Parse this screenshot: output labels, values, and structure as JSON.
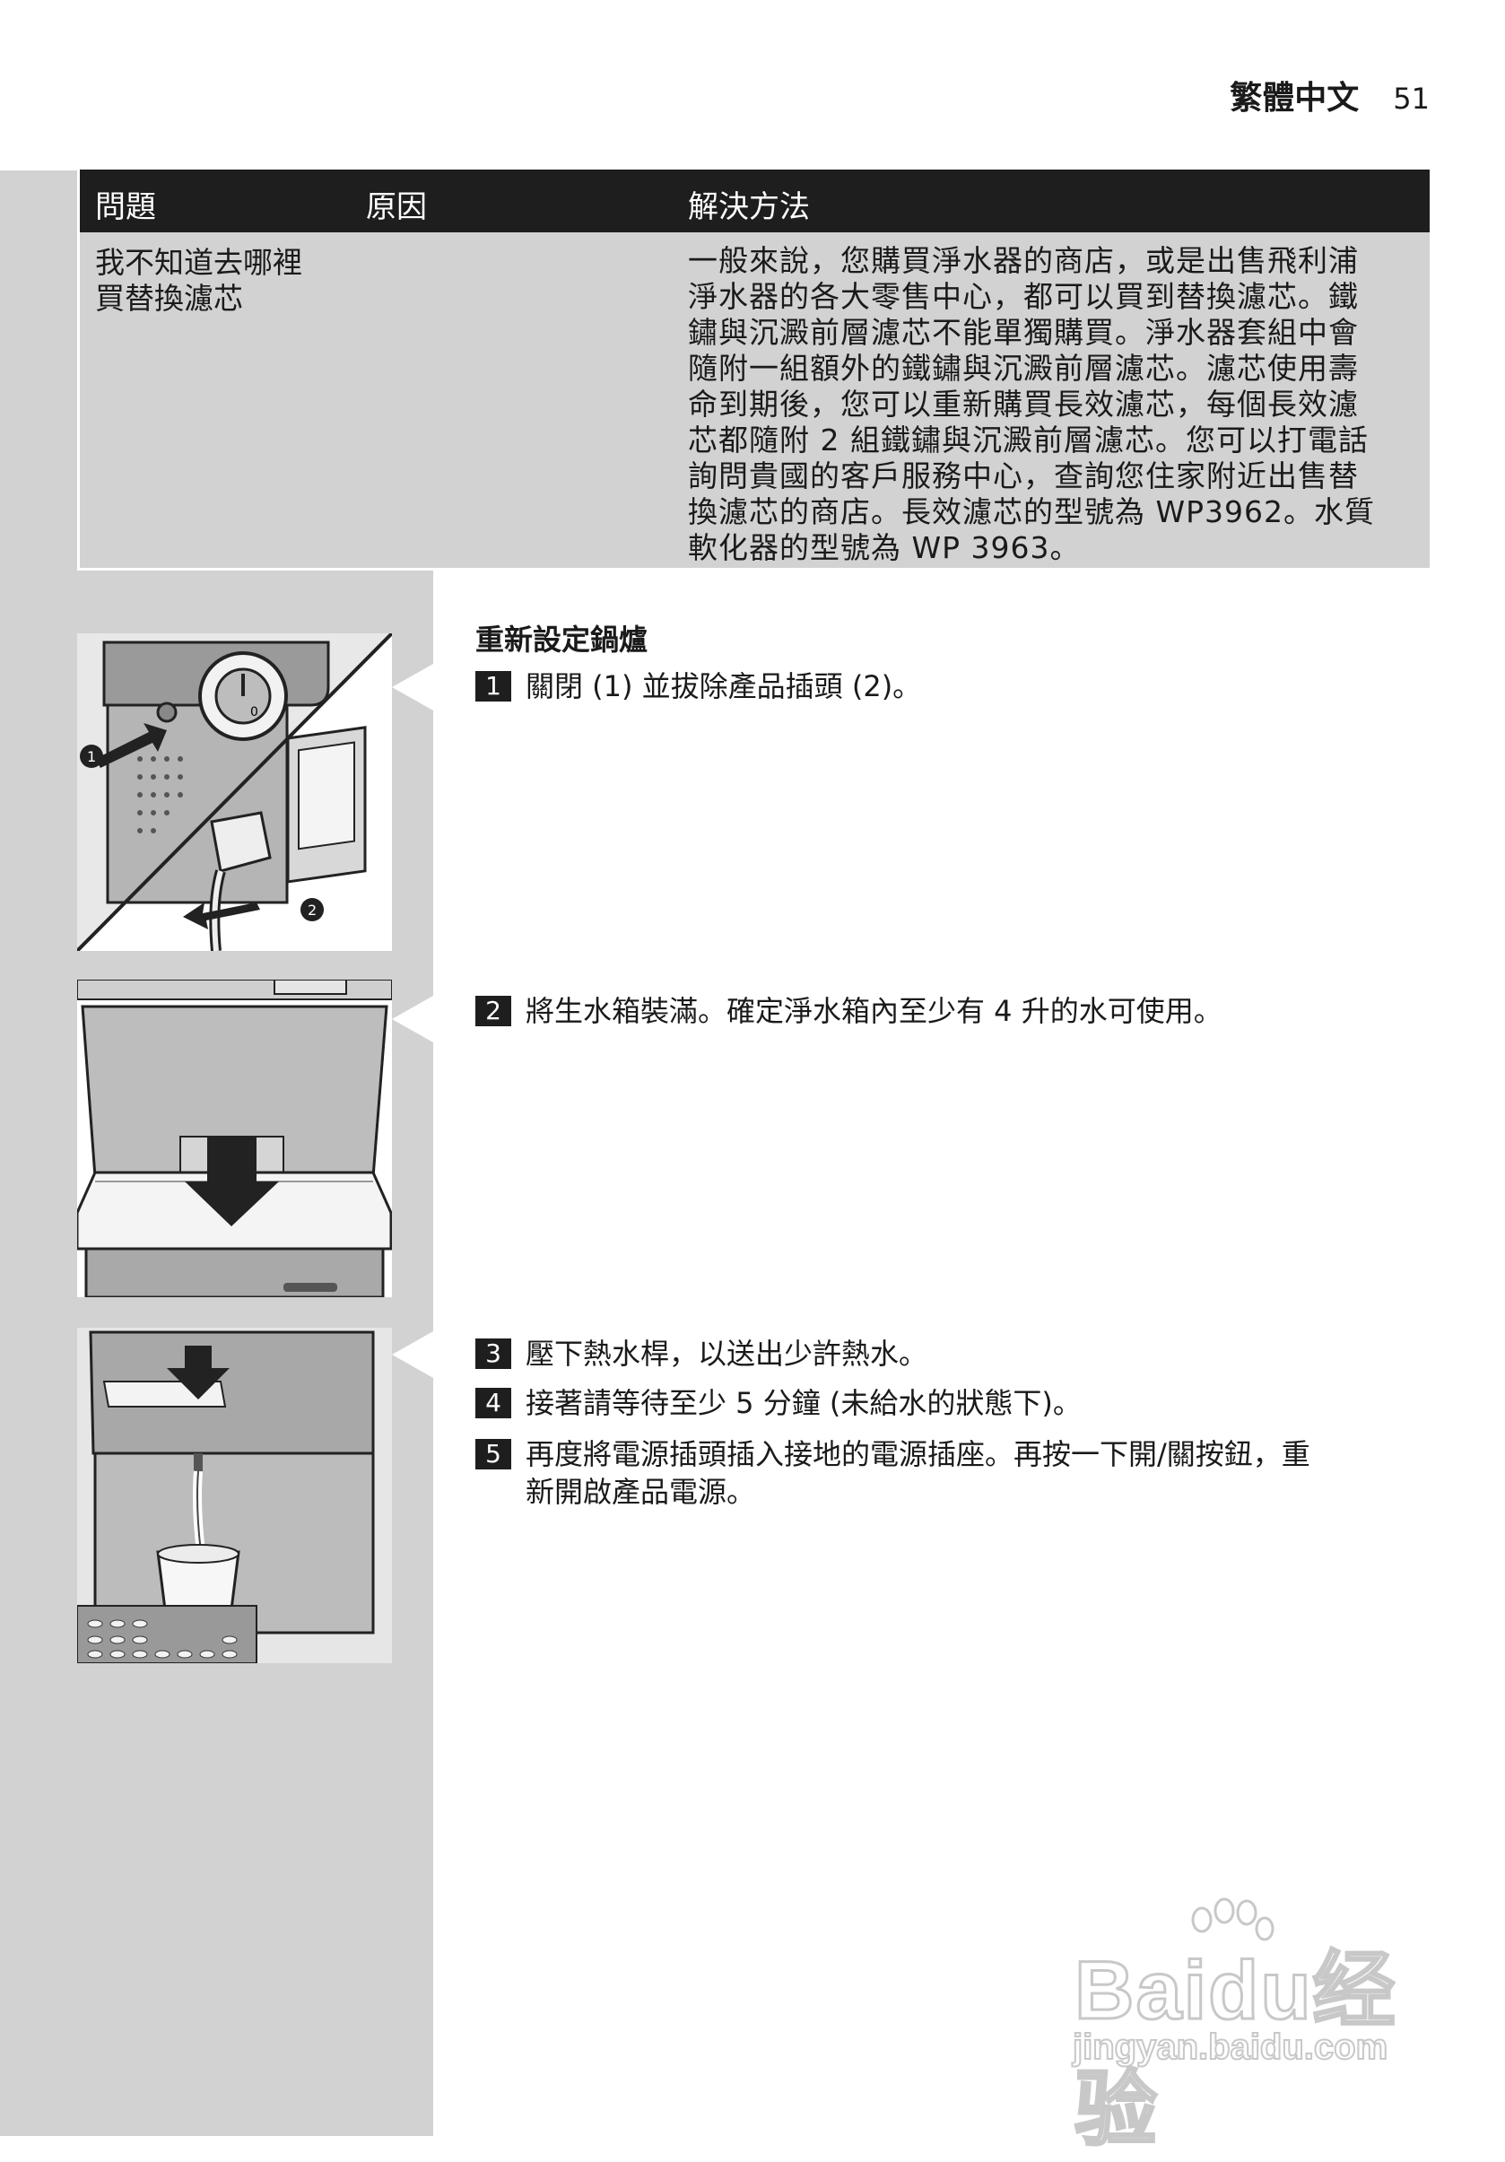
{
  "header": {
    "language": "繁體中文",
    "page_number": "51"
  },
  "table": {
    "headers": {
      "problem": "問題",
      "cause": "原因",
      "solution": "解決方法"
    },
    "rows": [
      {
        "problem_lines": [
          "我不知道去哪裡",
          "買替換濾芯"
        ],
        "cause": "",
        "solution_lines": [
          "一般來說，您購買淨水器的商店，或是出售飛利浦",
          "淨水器的各大零售中心，都可以買到替換濾芯。鐵",
          "鏽與沉澱前層濾芯不能單獨購買。淨水器套組中會",
          "隨附一組額外的鐵鏽與沉澱前層濾芯。濾芯使用壽",
          "命到期後，您可以重新購買長效濾芯，每個長效濾",
          "芯都隨附 2 組鐵鏽與沉澱前層濾芯。您可以打電話",
          "詢問貴國的客戶服務中心，查詢您住家附近出售替",
          "換濾芯的商店。長效濾芯的型號為 WP3962。水質",
          "軟化器的型號為 WP 3963。"
        ]
      }
    ]
  },
  "section": {
    "title": "重新設定鍋爐",
    "steps": [
      {
        "number": "1",
        "text": "關閉 (1) 並拔除產品插頭 (2)。"
      },
      {
        "number": "2",
        "text": "將生水箱裝滿。確定淨水箱內至少有 4 升的水可使用。"
      },
      {
        "number": "3",
        "text": "壓下熱水桿，以送出少許熱水。"
      },
      {
        "number": "4",
        "text": "接著請等待至少 5 分鐘 (未給水的狀態下)。"
      },
      {
        "number": "5",
        "text_lines": [
          "再度將電源插頭插入接地的電源插座。再按一下開/關按鈕，重",
          "新開啟產品電源。"
        ]
      }
    ]
  },
  "illustrations": {
    "callout_1": "1",
    "callout_2": "2",
    "dial_mark": "0"
  },
  "watermark": {
    "brand": "Baidu经验",
    "url": "jingyan.baidu.com"
  }
}
